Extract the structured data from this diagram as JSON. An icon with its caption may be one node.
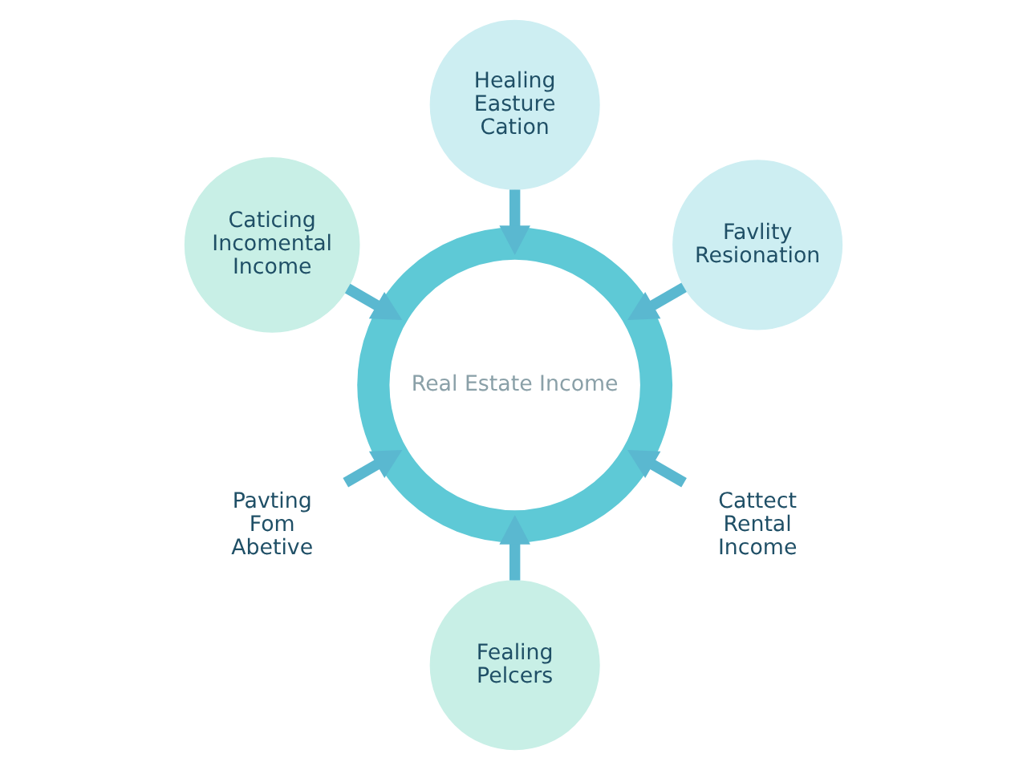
{
  "diagram": {
    "nodes": [
      {
        "text": [
          "Real Estate Income"
        ]
      },
      {
        "text": [
          "Favlity Resionation"
        ]
      },
      {
        "text": [
          "Healing Easture Cation"
        ]
      },
      {
        "text": [
          "Caticing Incomental Income"
        ]
      },
      {
        "text": [
          "Pavting Fom Abetive"
        ]
      },
      {
        "text": [
          "Fealing Pelcers"
        ]
      },
      {
        "text": [
          "Cattect Rental Income"
        ]
      }
    ],
    "edges": [
      {
        "from": 1,
        "to": 0,
        "arrow": "to"
      },
      {
        "from": 2,
        "to": 0,
        "arrow": "to"
      },
      {
        "from": 3,
        "to": 0,
        "arrow": "to"
      },
      {
        "from": 4,
        "to": 0,
        "arrow": "to"
      },
      {
        "from": 5,
        "to": 0,
        "arrow": "to"
      },
      {
        "from": 6,
        "to": 0,
        "arrow": "to"
      }
    ]
  }
}
